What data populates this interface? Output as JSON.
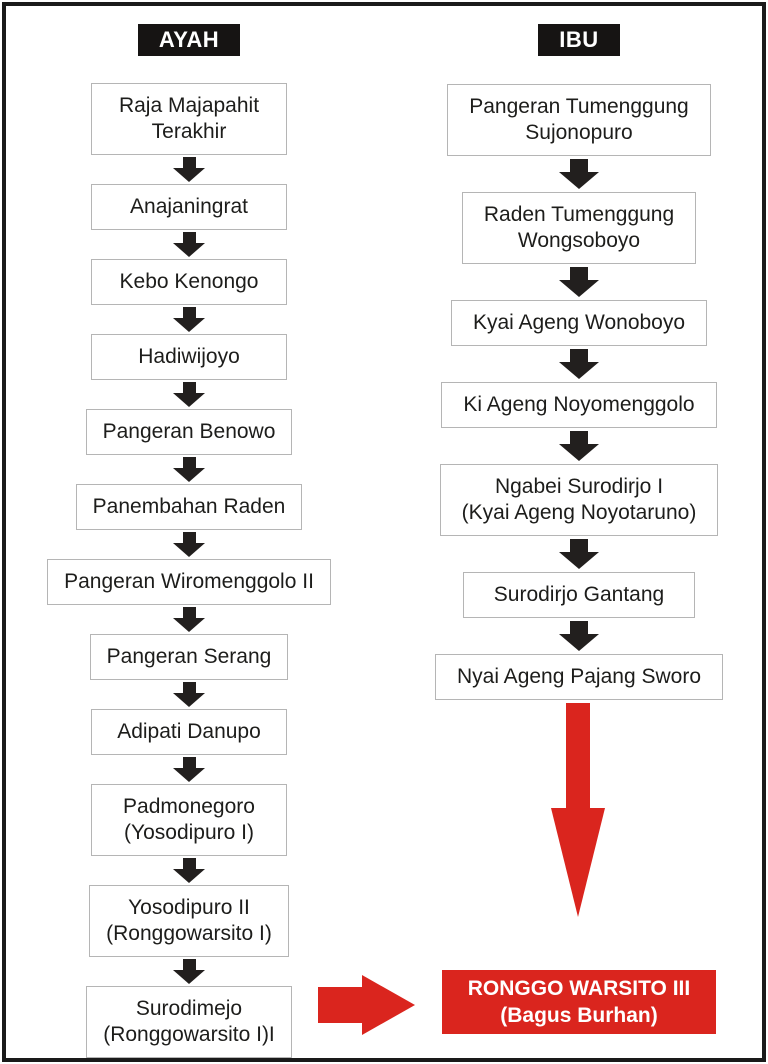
{
  "ayah": {
    "header": "AYAH",
    "items": [
      "Raja Majapahit\nTerakhir",
      "Anajaningrat",
      "Kebo Kenongo",
      "Hadiwijoyo",
      "Pangeran Benowo",
      "Panembahan Raden",
      "Pangeran Wiromenggolo II",
      "Pangeran Serang",
      "Adipati Danupo",
      "Padmonegoro\n(Yosodipuro I)",
      "Yosodipuro II\n(Ronggowarsito I)",
      "Surodimejo\n(Ronggowarsito I)I"
    ]
  },
  "ibu": {
    "header": "IBU",
    "items": [
      "Pangeran Tumenggung\nSujonopuro",
      "Raden Tumenggung\nWongsoboyo",
      "Kyai Ageng Wonoboyo",
      "Ki Ageng Noyomenggolo",
      "Ngabei Surodirjo I\n(Kyai Ageng Noyotaruno)",
      "Surodirjo Gantang",
      "Nyai Ageng Pajang Sworo"
    ]
  },
  "result": {
    "title": "RONGGO WARSITO III",
    "subtitle": "(Bagus Burhan)"
  },
  "colors": {
    "accent_red": "#da251e",
    "node_border": "#b5b5b5",
    "black": "#161413"
  }
}
